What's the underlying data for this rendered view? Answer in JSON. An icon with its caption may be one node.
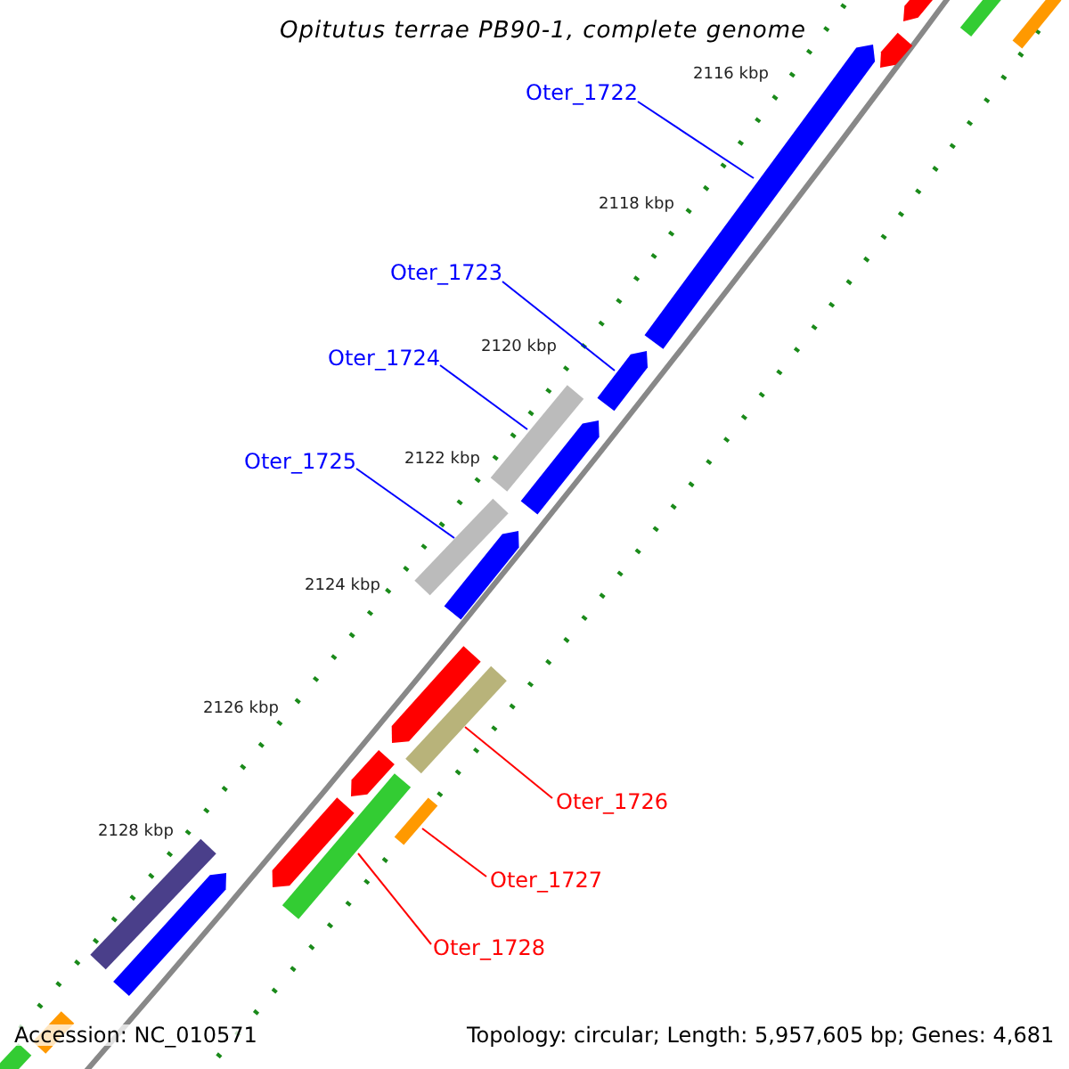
{
  "diagram": {
    "title": "Opitutus terrae PB90-1, complete genome",
    "nodes": [
      {
        "text": [
          "Oter_1722"
        ]
      },
      {
        "text": [
          "Oter_1723"
        ]
      },
      {
        "text": [
          "Oter_1724"
        ]
      },
      {
        "text": [
          "Oter_1725"
        ]
      },
      {
        "text": [
          "Oter_1726"
        ]
      },
      {
        "text": [
          "Oter_1727"
        ]
      },
      {
        "text": [
          "Oter_1728"
        ]
      },
      {
        "text": [],
        "shape": "bar"
      },
      {
        "text": [],
        "shape": "bar"
      },
      {
        "text": [],
        "shape": "bar"
      },
      {
        "text": [],
        "shape": "bar"
      },
      {
        "text": [],
        "shape": "bar"
      },
      {
        "text": [],
        "shape": "bar"
      },
      {
        "text": [],
        "shape": "bar"
      },
      {
        "text": [],
        "shape": "bar"
      },
      {
        "text": [],
        "shape": "bar"
      },
      {
        "text": [],
        "shape": "bar"
      },
      {
        "text": [],
        "shape": "bar"
      },
      {
        "text": [],
        "shape": "bar"
      },
      {
        "text": [],
        "shape": "bar"
      },
      {
        "text": [],
        "shape": "bar"
      },
      {
        "text": [],
        "shape": "bar"
      },
      {
        "text": [],
        "shape": "bar"
      },
      {
        "text": [],
        "shape": "bar"
      },
      {
        "text": [],
        "shape": "bar"
      },
      {
        "text": [],
        "shape": "bar"
      },
      {
        "text": [],
        "shape": "bar"
      }
    ],
    "edges": [
      {
        "from": 0,
        "to": 11,
        "arrow": "none"
      },
      {
        "from": 1,
        "to": 12,
        "arrow": "none"
      },
      {
        "from": 2,
        "to": 13,
        "arrow": "none"
      },
      {
        "from": 3,
        "to": 15,
        "arrow": "none"
      },
      {
        "from": 4,
        "to": 18,
        "arrow": "none",
        "color": "#ff0000"
      },
      {
        "from": 5,
        "to": 21,
        "arrow": "none",
        "color": "#ff0000"
      },
      {
        "from": 6,
        "to": 20,
        "arrow": "none",
        "color": "#ff0000"
      }
    ],
    "labels": [
      "2116 kbp",
      "2118 kbp",
      "2120 kbp",
      "2122 kbp",
      "2124 kbp",
      "2126 kbp",
      "2128 kbp",
      "Accession: NC_010571",
      "Topology: circular; Length: 5,957,605 bp; Genes: 4,681"
    ]
  }
}
